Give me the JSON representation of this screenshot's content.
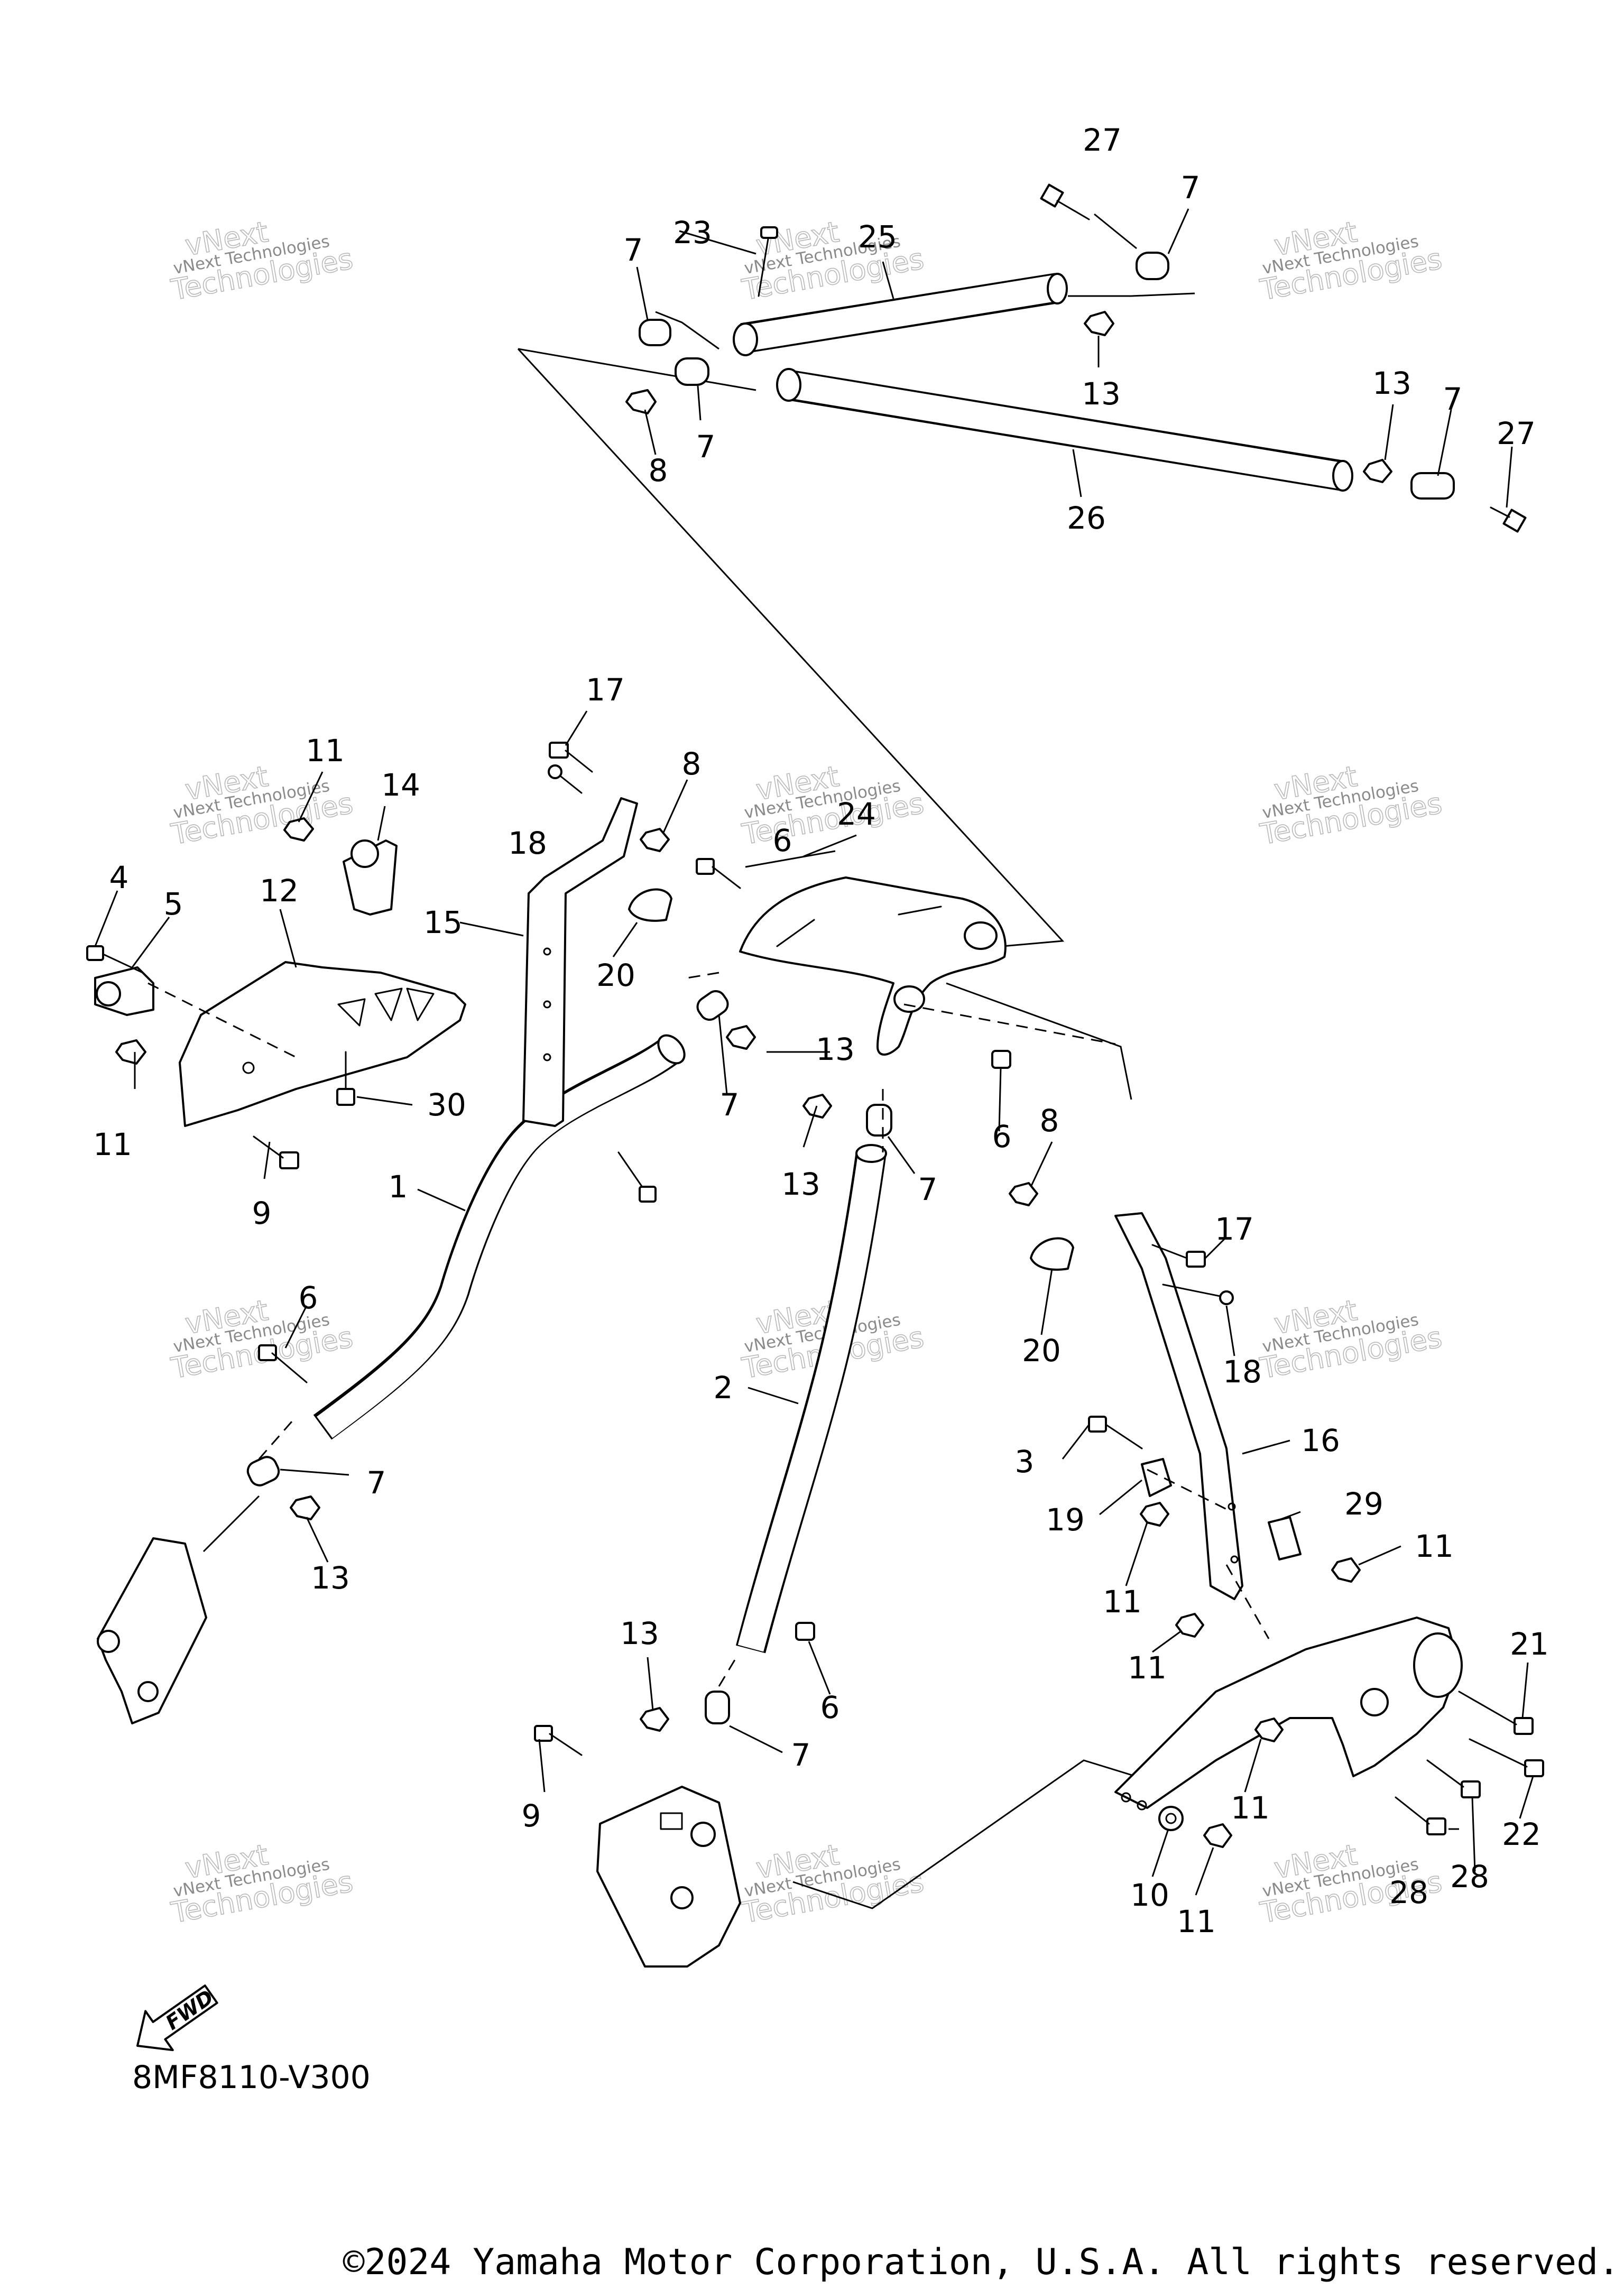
{
  "diagram": {
    "code": "8MF8110-V300",
    "copyright": "©2024 Yamaha Motor Corporation, U.S.A. All rights reserved.",
    "fwd_label": "FWD",
    "watermark": {
      "line1": "vNext Technologies",
      "line2": "vNext",
      "line3": "Technologies"
    },
    "callouts": [
      "1",
      "2",
      "3",
      "4",
      "5",
      "6",
      "7",
      "8",
      "9",
      "10",
      "11",
      "12",
      "13",
      "14",
      "15",
      "16",
      "17",
      "18",
      "19",
      "20",
      "21",
      "22",
      "23",
      "24",
      "25",
      "26",
      "27",
      "28",
      "29",
      "30"
    ]
  }
}
